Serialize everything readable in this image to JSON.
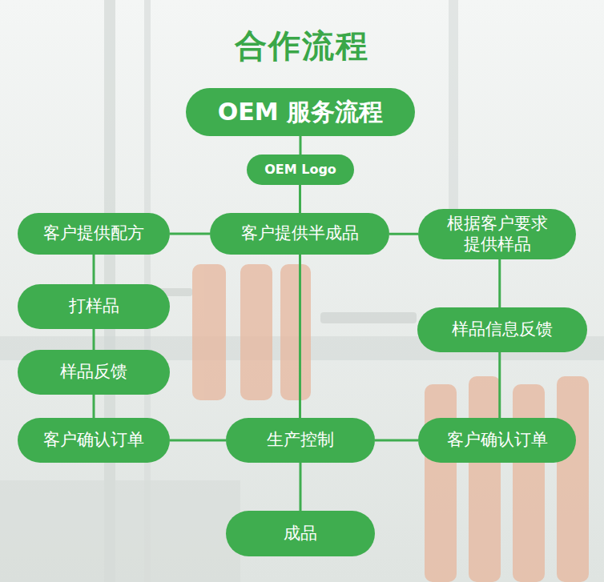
{
  "diagram": {
    "title": "合作流程",
    "nodes": [
      {
        "text": [
          "OEM 服务流程"
        ]
      },
      {
        "text": [
          "OEM Logo"
        ]
      },
      {
        "text": [
          "客户提供配方"
        ]
      },
      {
        "text": [
          "客户提供半成品"
        ]
      },
      {
        "text": [
          "根据客户要求 提供样品"
        ]
      },
      {
        "text": [
          "打样品"
        ]
      },
      {
        "text": [
          "样品反馈"
        ]
      },
      {
        "text": [
          "样品信息反馈"
        ]
      },
      {
        "text": [
          "客户确认订单"
        ]
      },
      {
        "text": [
          "生产控制"
        ]
      },
      {
        "text": [
          "客户确认订单"
        ]
      },
      {
        "text": [
          "成品"
        ]
      }
    ],
    "edges": [
      {
        "from": 0,
        "to": 1,
        "arrow": "none"
      },
      {
        "from": 1,
        "to": 3,
        "arrow": "none"
      },
      {
        "from": 3,
        "to": 2,
        "arrow": "none"
      },
      {
        "from": 3,
        "to": 4,
        "arrow": "none"
      },
      {
        "from": 2,
        "to": 5,
        "arrow": "none"
      },
      {
        "from": 5,
        "to": 6,
        "arrow": "none"
      },
      {
        "from": 6,
        "to": 8,
        "arrow": "none"
      },
      {
        "from": 4,
        "to": 7,
        "arrow": "none"
      },
      {
        "from": 7,
        "to": 10,
        "arrow": "none"
      },
      {
        "from": 3,
        "to": 9,
        "arrow": "none"
      },
      {
        "from": 8,
        "to": 9,
        "arrow": "none"
      },
      {
        "from": 10,
        "to": 9,
        "arrow": "none"
      },
      {
        "from": 9,
        "to": 11,
        "arrow": "none"
      }
    ]
  }
}
